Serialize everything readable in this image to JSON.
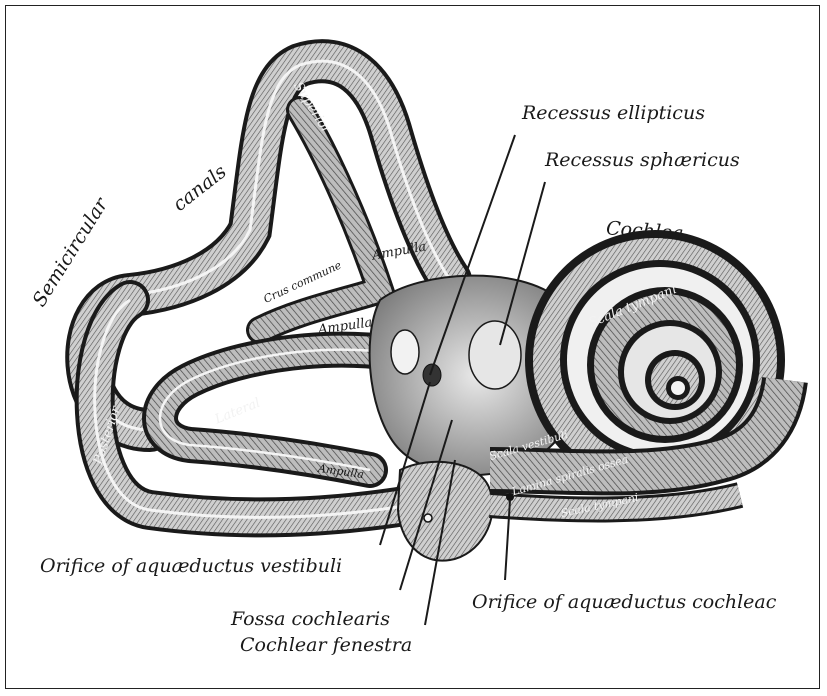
{
  "labels": {
    "recessus_ellipticus": "Recessus ellipticus",
    "recessus_sphaericus": "Recessus sphæricus",
    "cochlea": "Cochlea",
    "scala_tympani_top": "Scala tympani",
    "semicircular": "Semicircular",
    "canals": "canals",
    "superior": "Superior",
    "ampulla_superior": "Ampulla",
    "crus_commune": "Crus commune",
    "ampulla_lateral": "Ampulla",
    "lateral": "Lateral",
    "posterior": "Posterior",
    "ampulla_posterior": "Ampulla",
    "scala_vestibuli": "Scala vestibuli",
    "lamina_spiralis_ossea": "Lamina spiralis ossea",
    "scala_tympani_bottom": "Scala tympani",
    "orifice_aquaeductus_vestibuli": "Orifice of aquæductus vestibuli",
    "fossa_cochlearis": "Fossa cochlearis",
    "cochlear_fenestra": "Cochlear fenestra",
    "orifice_aquaeductus_cochleae": "Orifice of aquæductus cochleac"
  },
  "colors": {
    "ink": "#1a1a1a",
    "shade": "#6e6e6e",
    "light": "#d8d8d8",
    "bg": "#ffffff"
  }
}
